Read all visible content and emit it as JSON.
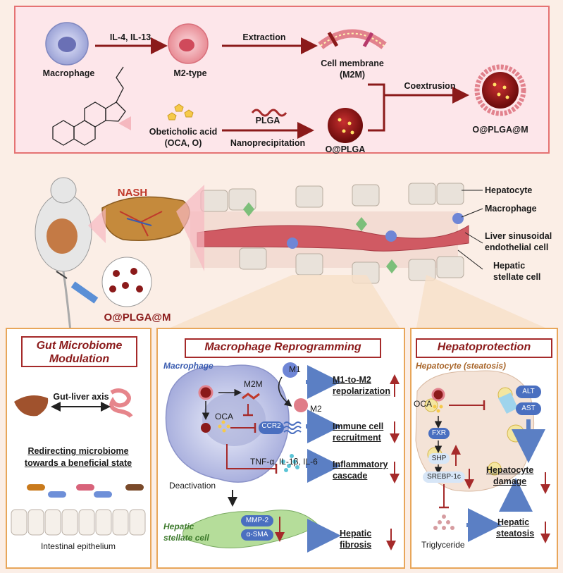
{
  "synthesis": {
    "macrophage": "Macrophage",
    "il_label": "IL-4, IL-13",
    "m2_type": "M2-type",
    "extraction": "Extraction",
    "cell_membrane_l1": "Cell membrane",
    "cell_membrane_l2": "(M2M)",
    "coextrusion": "Coextrusion",
    "oca_l1": "Obeticholic acid",
    "oca_l2": "(OCA, O)",
    "plga": "PLGA",
    "nanoprecipitation": "Nanoprecipitation",
    "o_plga": "O@PLGA",
    "final": "O@PLGA@M"
  },
  "middle": {
    "nash": "NASH",
    "injection_label": "O@PLGA@M",
    "legend": {
      "hepatocyte": "Hepatocyte",
      "macrophage": "Macrophage",
      "lsec_l1": "Liver sinusoidal",
      "lsec_l2": "endothelial cell",
      "hsc_l1": "Hepatic",
      "hsc_l2": "stellate cell"
    }
  },
  "gut": {
    "title_l1": "Gut Microbiome",
    "title_l2": "Modulation",
    "axis": "Gut-liver axis",
    "redirect_l1": "Redirecting microbiome",
    "redirect_l2": "towards a beneficial state",
    "epithelium": "Intestinal epithelium"
  },
  "macro": {
    "title": "Macrophage Reprogramming",
    "cell_label": "Macrophage",
    "m1": "M1",
    "m2": "M2",
    "m2m": "M2M",
    "oca": "OCA",
    "ccr2": "CCR2",
    "cytokines": "TNF-α, IL-1β, IL-6",
    "deactivation": "Deactivation",
    "hsc_l1": "Hepatic",
    "hsc_l2": "stellate cell",
    "mmp2": "MMP-2",
    "asma": "α-SMA",
    "out1_l1": "M1-to-M2",
    "out1_l2": "repolarization",
    "out2_l1": "Immune cell",
    "out2_l2": "recruitment",
    "out3_l1": "Inflammatory",
    "out3_l2": "cascade",
    "out4_l1": "Hepatic",
    "out4_l2": "fibrosis"
  },
  "hepato": {
    "title": "Hepatoprotection",
    "cell_label": "Hepatocyte (steatosis)",
    "oca": "OCA",
    "fxr": "FXR",
    "shp": "SHP",
    "srebp": "SREBP-1c",
    "alt": "ALT",
    "ast": "AST",
    "damage_l1": "Hepatocyte",
    "damage_l2": "damage",
    "triglyceride": "Triglyceride",
    "steatosis_l1": "Hepatic",
    "steatosis_l2": "steatosis"
  },
  "colors": {
    "accent": "#a52a2a",
    "arrow_blue": "#5b7fc4",
    "top_bg": "#fce8ec"
  }
}
